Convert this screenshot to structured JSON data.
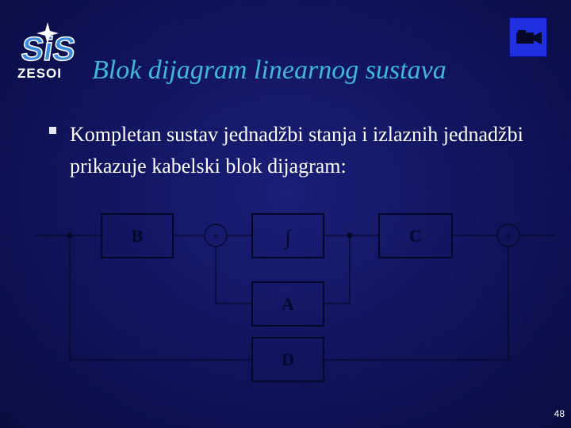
{
  "logo": {
    "text": "SiS",
    "subtitle": "ZESOI"
  },
  "title": "Blok dijagram linearnog sustava",
  "bullet": "Kompletan sustav jednadžbi stanja i izlaznih jednadžbi prikazuje kabelski blok dijagram:",
  "diagram": {
    "blocks": {
      "B": "B",
      "integrator": "∫",
      "C": "C",
      "A": "A",
      "D": "D"
    },
    "sum_sign": "+"
  },
  "icons": {
    "movie_button": "movie-camera-icon"
  },
  "colors": {
    "title": "#40b8d8",
    "background": "#10135a",
    "button": "#2030e0",
    "diagram_ink": "#05072a"
  },
  "page_number": "48"
}
